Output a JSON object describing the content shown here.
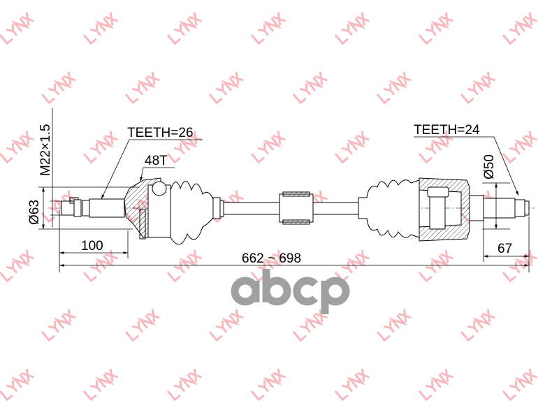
{
  "watermark": {
    "text": "LYNX",
    "color": "#f4a0a8"
  },
  "logo": {
    "text": "abcp",
    "color": "#a0a0a0"
  },
  "labels": {
    "teeth_outer": "TEETH=26",
    "abs_ring": "48T",
    "teeth_inner": "TEETH=24",
    "thread": "M22×1.5",
    "diameter_outer": "Ø63",
    "diameter_inner": "Ø50",
    "length_outer_stub": "100",
    "length_total": "662 ~ 698",
    "length_inner_stub": "67"
  }
}
